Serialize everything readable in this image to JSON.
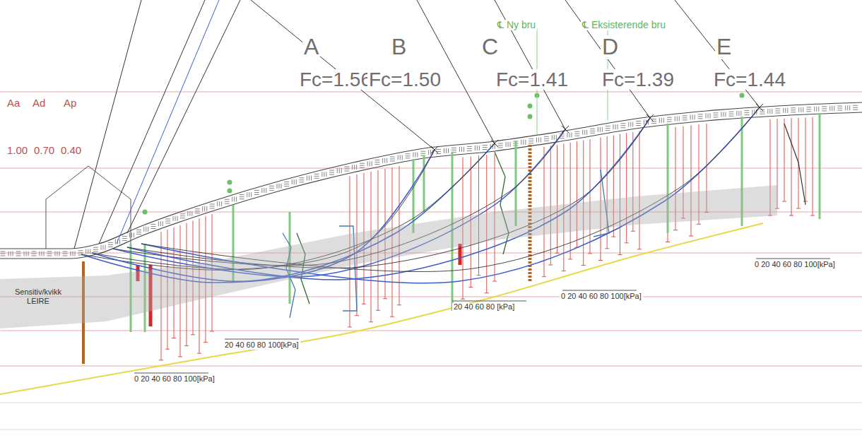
{
  "diagram": {
    "nodes": [
      {
        "text": [
          "Sensitiv/kvikk LEIRE"
        ]
      }
    ],
    "labels": [
      "A",
      "B",
      "C",
      "D",
      "E",
      "Fc=1.56",
      "Fc=1.50",
      "Fc=1.41",
      "Fc=1.39",
      "Fc=1.44",
      "℄ Ny bru",
      "℄ Eksisterende bru",
      "Aa",
      "Ad",
      "Ap",
      "1.00",
      "0.70",
      "0.40",
      "0 20 40 60 80 100[kPa]",
      "20 40 60 80 100[kPa]",
      "20 40 60 80 [kPa]",
      "0 20 40 60 80 100[kPa]",
      "0 20 40 60 80 100[kPa]"
    ]
  }
}
